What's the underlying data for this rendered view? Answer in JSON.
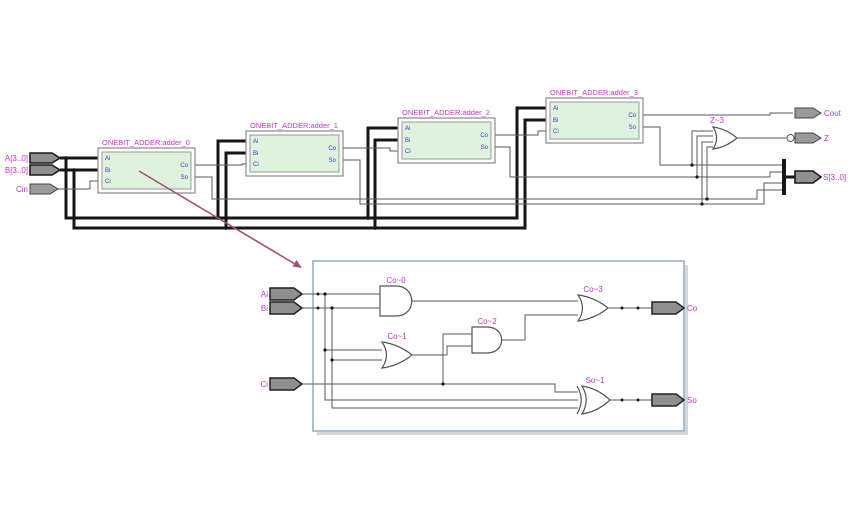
{
  "diagram": {
    "title_context": "ripple-carry-adder-schematic",
    "io": {
      "a": "A[3..0]",
      "b": "B[3..0]",
      "cin": "Cin",
      "cout": "Cout",
      "z": "Z",
      "s": "S[3..0]"
    },
    "zero_gate_label": "Z~3",
    "blocks": [
      {
        "label": "ONEBIT_ADDER:adder_0"
      },
      {
        "label": "ONEBIT_ADDER:adder_1"
      },
      {
        "label": "ONEBIT_ADDER:adder_2"
      },
      {
        "label": "ONEBIT_ADDER:adder_3"
      }
    ],
    "block_pins": {
      "ai": "Ai",
      "bi": "Bi",
      "ci": "Ci",
      "co": "Co",
      "so": "So"
    },
    "detail": {
      "inputs": {
        "ai": "Ai",
        "bi": "Bi",
        "ci": "Ci"
      },
      "outputs": {
        "co": "Co",
        "so": "So"
      },
      "gates": {
        "co0": "Co~0",
        "co1": "Co~1",
        "co2": "Co~2",
        "co3": "Co~3",
        "so1": "So~1"
      }
    },
    "colors": {
      "label_magenta": "#c435c4",
      "pin_text_blue": "#3a3ac0",
      "block_fill_green": "#def2de",
      "wire_gray": "#5a5a5a",
      "bus_black": "#161616",
      "pin_gray": "#9a9a9a",
      "detail_box_border_blue": "#a9c0d4",
      "arrow_maroon": "#a25568"
    }
  }
}
